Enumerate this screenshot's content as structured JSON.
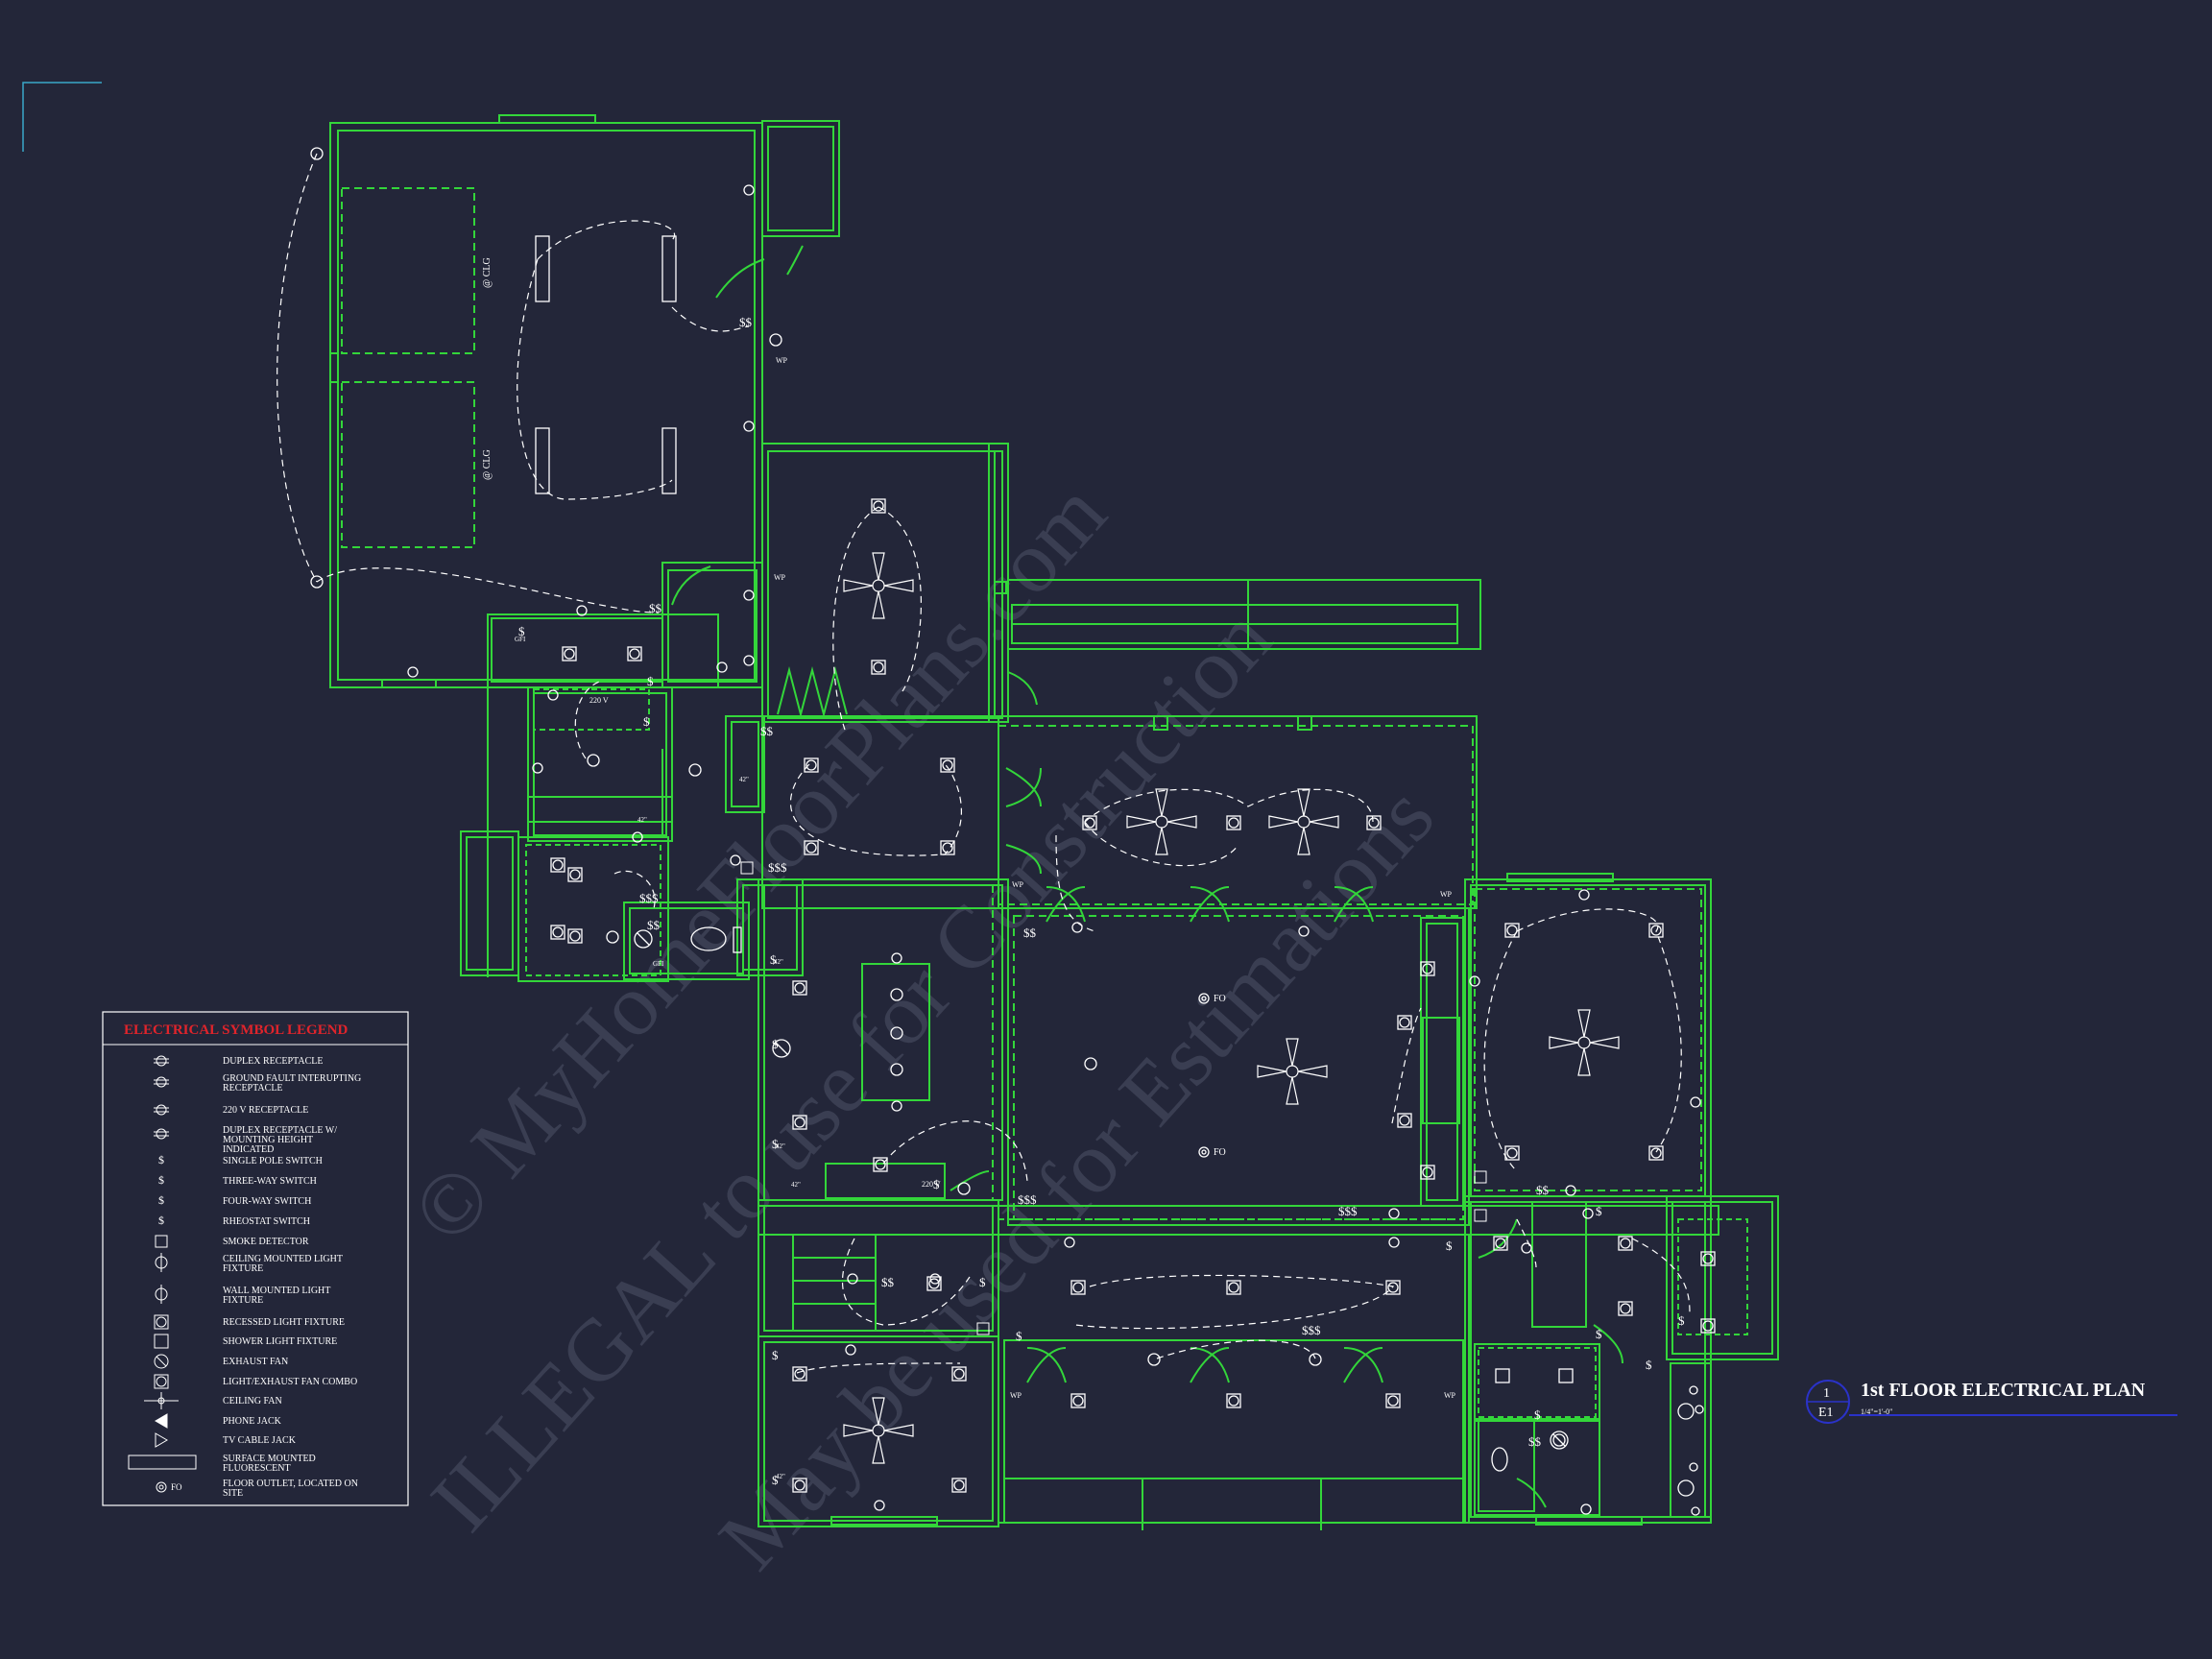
{
  "colors": {
    "background": "#232639",
    "walls": "#33d63a",
    "fixtures": "#ffffff",
    "legend_title": "#e0242b",
    "title_marker": "#2a32c8",
    "watermark": "#3a3e52",
    "corner_mark": "#3aa7c9"
  },
  "watermark": {
    "line1": "© MyHomeFloorPlans.com",
    "line2": "ILLEGAL to use for Construction",
    "line3": "May be used for Estimations"
  },
  "legend": {
    "title": "ELECTRICAL SYMBOL LEGEND",
    "items": [
      {
        "icon": "duplex-receptacle-icon",
        "label": "DUPLEX RECEPTACLE"
      },
      {
        "icon": "gfi-receptacle-icon",
        "label": "GROUND FAULT INTERUPTING RECEPTACLE"
      },
      {
        "icon": "220v-receptacle-icon",
        "label": "220 V RECEPTACLE"
      },
      {
        "icon": "duplex-receptacle-height-icon",
        "label": "DUPLEX RECEPTACLE W/ MOUNTING HEIGHT INDICATED"
      },
      {
        "icon": "single-pole-switch-icon",
        "label": "SINGLE POLE SWITCH"
      },
      {
        "icon": "three-way-switch-icon",
        "label": "THREE-WAY SWITCH"
      },
      {
        "icon": "four-way-switch-icon",
        "label": "FOUR-WAY SWITCH"
      },
      {
        "icon": "rheostat-switch-icon",
        "label": "RHEOSTAT SWITCH"
      },
      {
        "icon": "smoke-detector-icon",
        "label": "SMOKE DETECTOR"
      },
      {
        "icon": "ceiling-light-icon",
        "label": "CEILING MOUNTED LIGHT FIXTURE"
      },
      {
        "icon": "wall-light-icon",
        "label": "WALL MOUNTED LIGHT FIXTURE"
      },
      {
        "icon": "recessed-light-icon",
        "label": "RECESSED LIGHT FIXTURE"
      },
      {
        "icon": "shower-light-icon",
        "label": "SHOWER LIGHT FIXTURE"
      },
      {
        "icon": "exhaust-fan-icon",
        "label": "EXHAUST FAN"
      },
      {
        "icon": "light-exhaust-fan-icon",
        "label": "LIGHT/EXHAUST FAN COMBO"
      },
      {
        "icon": "ceiling-fan-icon",
        "label": "CEILING FAN"
      },
      {
        "icon": "phone-jack-icon",
        "label": "PHONE JACK"
      },
      {
        "icon": "tv-cable-jack-icon",
        "label": "TV CABLE JACK"
      },
      {
        "icon": "fluorescent-icon",
        "label": "SURFACE MOUNTED FLUORESCENT"
      },
      {
        "icon": "floor-outlet-icon",
        "label": "FLOOR OUTLET, LOCATED ON SITE"
      }
    ]
  },
  "title_block": {
    "sheet_number": "1",
    "sheet_id": "E1",
    "title": "1st FLOOR ELECTRICAL PLAN",
    "scale": "1/4\"=1'-0\""
  },
  "annotations": {
    "clg": "@ CLG",
    "fo": "FO",
    "wp": "WP",
    "gfi": "GFI",
    "v220": "220 V",
    "h42": "42\"",
    "fo_legend": "FO"
  }
}
